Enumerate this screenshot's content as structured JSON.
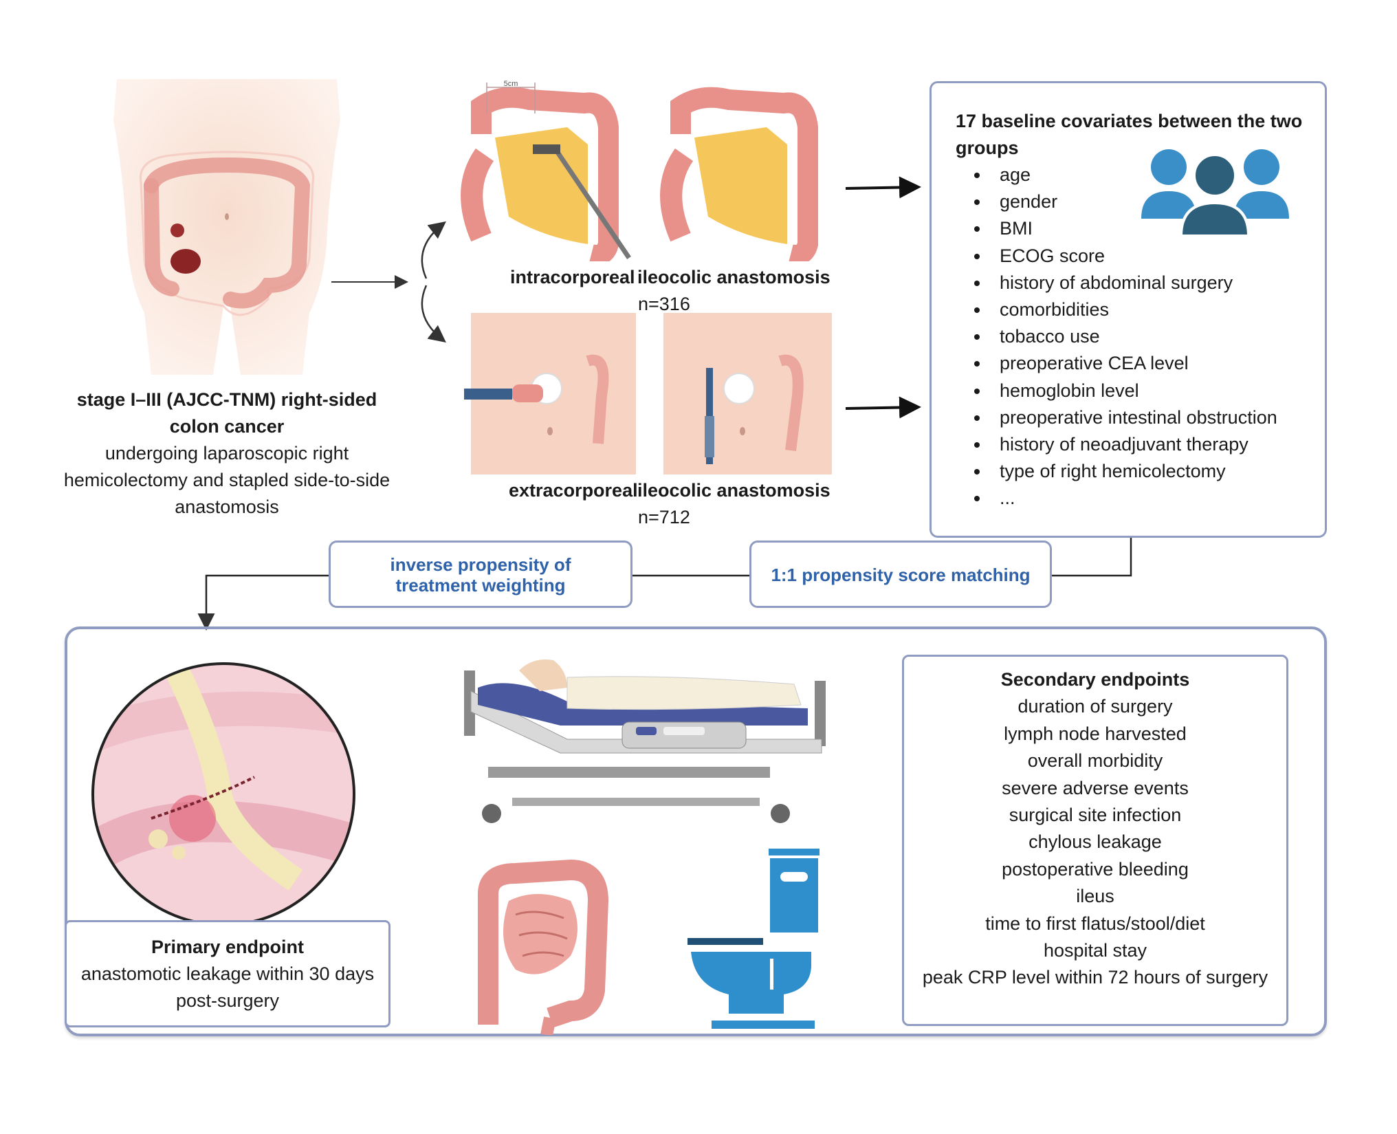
{
  "patient": {
    "title_line1": "stage I–III (AJCC-TNM) right-sided",
    "title_line2": "colon cancer",
    "desc_line1": "undergoing laparoscopic right",
    "desc_line2": "hemicolectomy and stapled side-to-side",
    "desc_line3": "anastomosis"
  },
  "groups": {
    "intracorporeal": {
      "label_a": "intracorporeal",
      "label_b": "ileocolic anastomosis",
      "n": "n=316",
      "scale_mark": "5cm"
    },
    "extracorporeal": {
      "label_a": "extracorporeal",
      "label_b": "ileocolic anastomosis",
      "n": "n=712"
    }
  },
  "covariates": {
    "title_line1": "17 baseline covariates between the two",
    "title_line2": "groups",
    "items": [
      "age",
      "gender",
      "BMI",
      "ECOG score",
      "history of abdominal surgery",
      "comorbidities",
      "tobacco use",
      "preoperative CEA level",
      "hemoglobin level",
      "preoperative intestinal obstruction",
      "history of neoadjuvant therapy",
      "type of right hemicolectomy",
      "..."
    ]
  },
  "methods": {
    "iptw_line1": "inverse propensity of",
    "iptw_line2": "treatment weighting",
    "psm": "1:1 propensity score matching"
  },
  "primary": {
    "title": "Primary endpoint",
    "line1": "anastomotic leakage within 30 days",
    "line2": "post-surgery"
  },
  "secondary": {
    "title": "Secondary endpoints",
    "items": [
      "duration of surgery",
      "lymph node harvested",
      "overall morbidity",
      "severe adverse events",
      "surgical site infection",
      "chylous leakage",
      "postoperative bleeding",
      "ileus",
      "time to first flatus/stool/diet",
      "hospital stay",
      "peak CRP level within 72 hours of surgery"
    ]
  },
  "colors": {
    "box_border": "#8f9bc0",
    "method_text": "#2f62a8",
    "people_icon": "#3a8fc9",
    "people_icon_dark": "#2e5f7a",
    "toilet": "#2f8fcd",
    "colon": "#e5938f"
  }
}
